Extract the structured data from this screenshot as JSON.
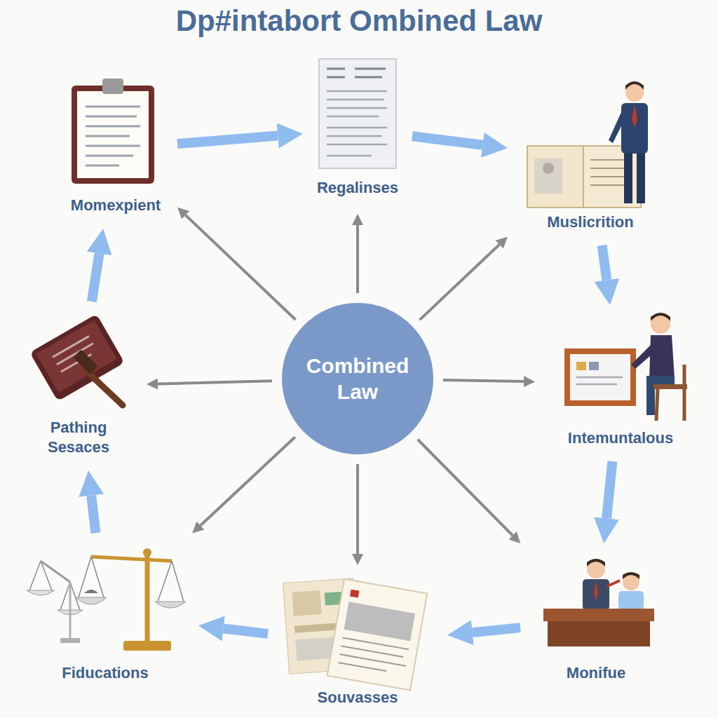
{
  "diagram": {
    "title": "Dp#intabort Ombined Law",
    "nodes": [
      {
        "text": [
          "Momexpient"
        ]
      },
      {
        "text": [
          "Regalinses"
        ]
      },
      {
        "text": [
          "Muslicrition"
        ]
      },
      {
        "text": [
          "Pathing Sesaces"
        ]
      },
      {
        "text": [
          "Combined Law"
        ]
      },
      {
        "text": [
          "Intemuntalous"
        ]
      },
      {
        "text": [
          "Fiducations"
        ]
      },
      {
        "text": [
          "Souvasses"
        ]
      },
      {
        "text": [
          "Monifue"
        ]
      }
    ],
    "edges": [
      {
        "from": 4,
        "to": 0,
        "arrow": "to"
      },
      {
        "from": 4,
        "to": 1,
        "arrow": "to"
      },
      {
        "from": 4,
        "to": 2,
        "arrow": "to"
      },
      {
        "from": 4,
        "to": 3,
        "arrow": "to"
      },
      {
        "from": 4,
        "to": 5,
        "arrow": "to"
      },
      {
        "from": 4,
        "to": 6,
        "arrow": "to"
      },
      {
        "from": 4,
        "to": 7,
        "arrow": "to"
      },
      {
        "from": 4,
        "to": 8,
        "arrow": "to"
      },
      {
        "from": 0,
        "to": 1,
        "arrow": "to"
      },
      {
        "from": 1,
        "to": 2,
        "arrow": "to"
      },
      {
        "from": 2,
        "to": 5,
        "arrow": "to"
      },
      {
        "from": 5,
        "to": 8,
        "arrow": "to"
      },
      {
        "from": 8,
        "to": 7,
        "arrow": "to"
      },
      {
        "from": 7,
        "to": 6,
        "arrow": "to"
      },
      {
        "from": 6,
        "to": 3,
        "arrow": "to"
      },
      {
        "from": 3,
        "to": 0,
        "arrow": "to"
      }
    ]
  }
}
